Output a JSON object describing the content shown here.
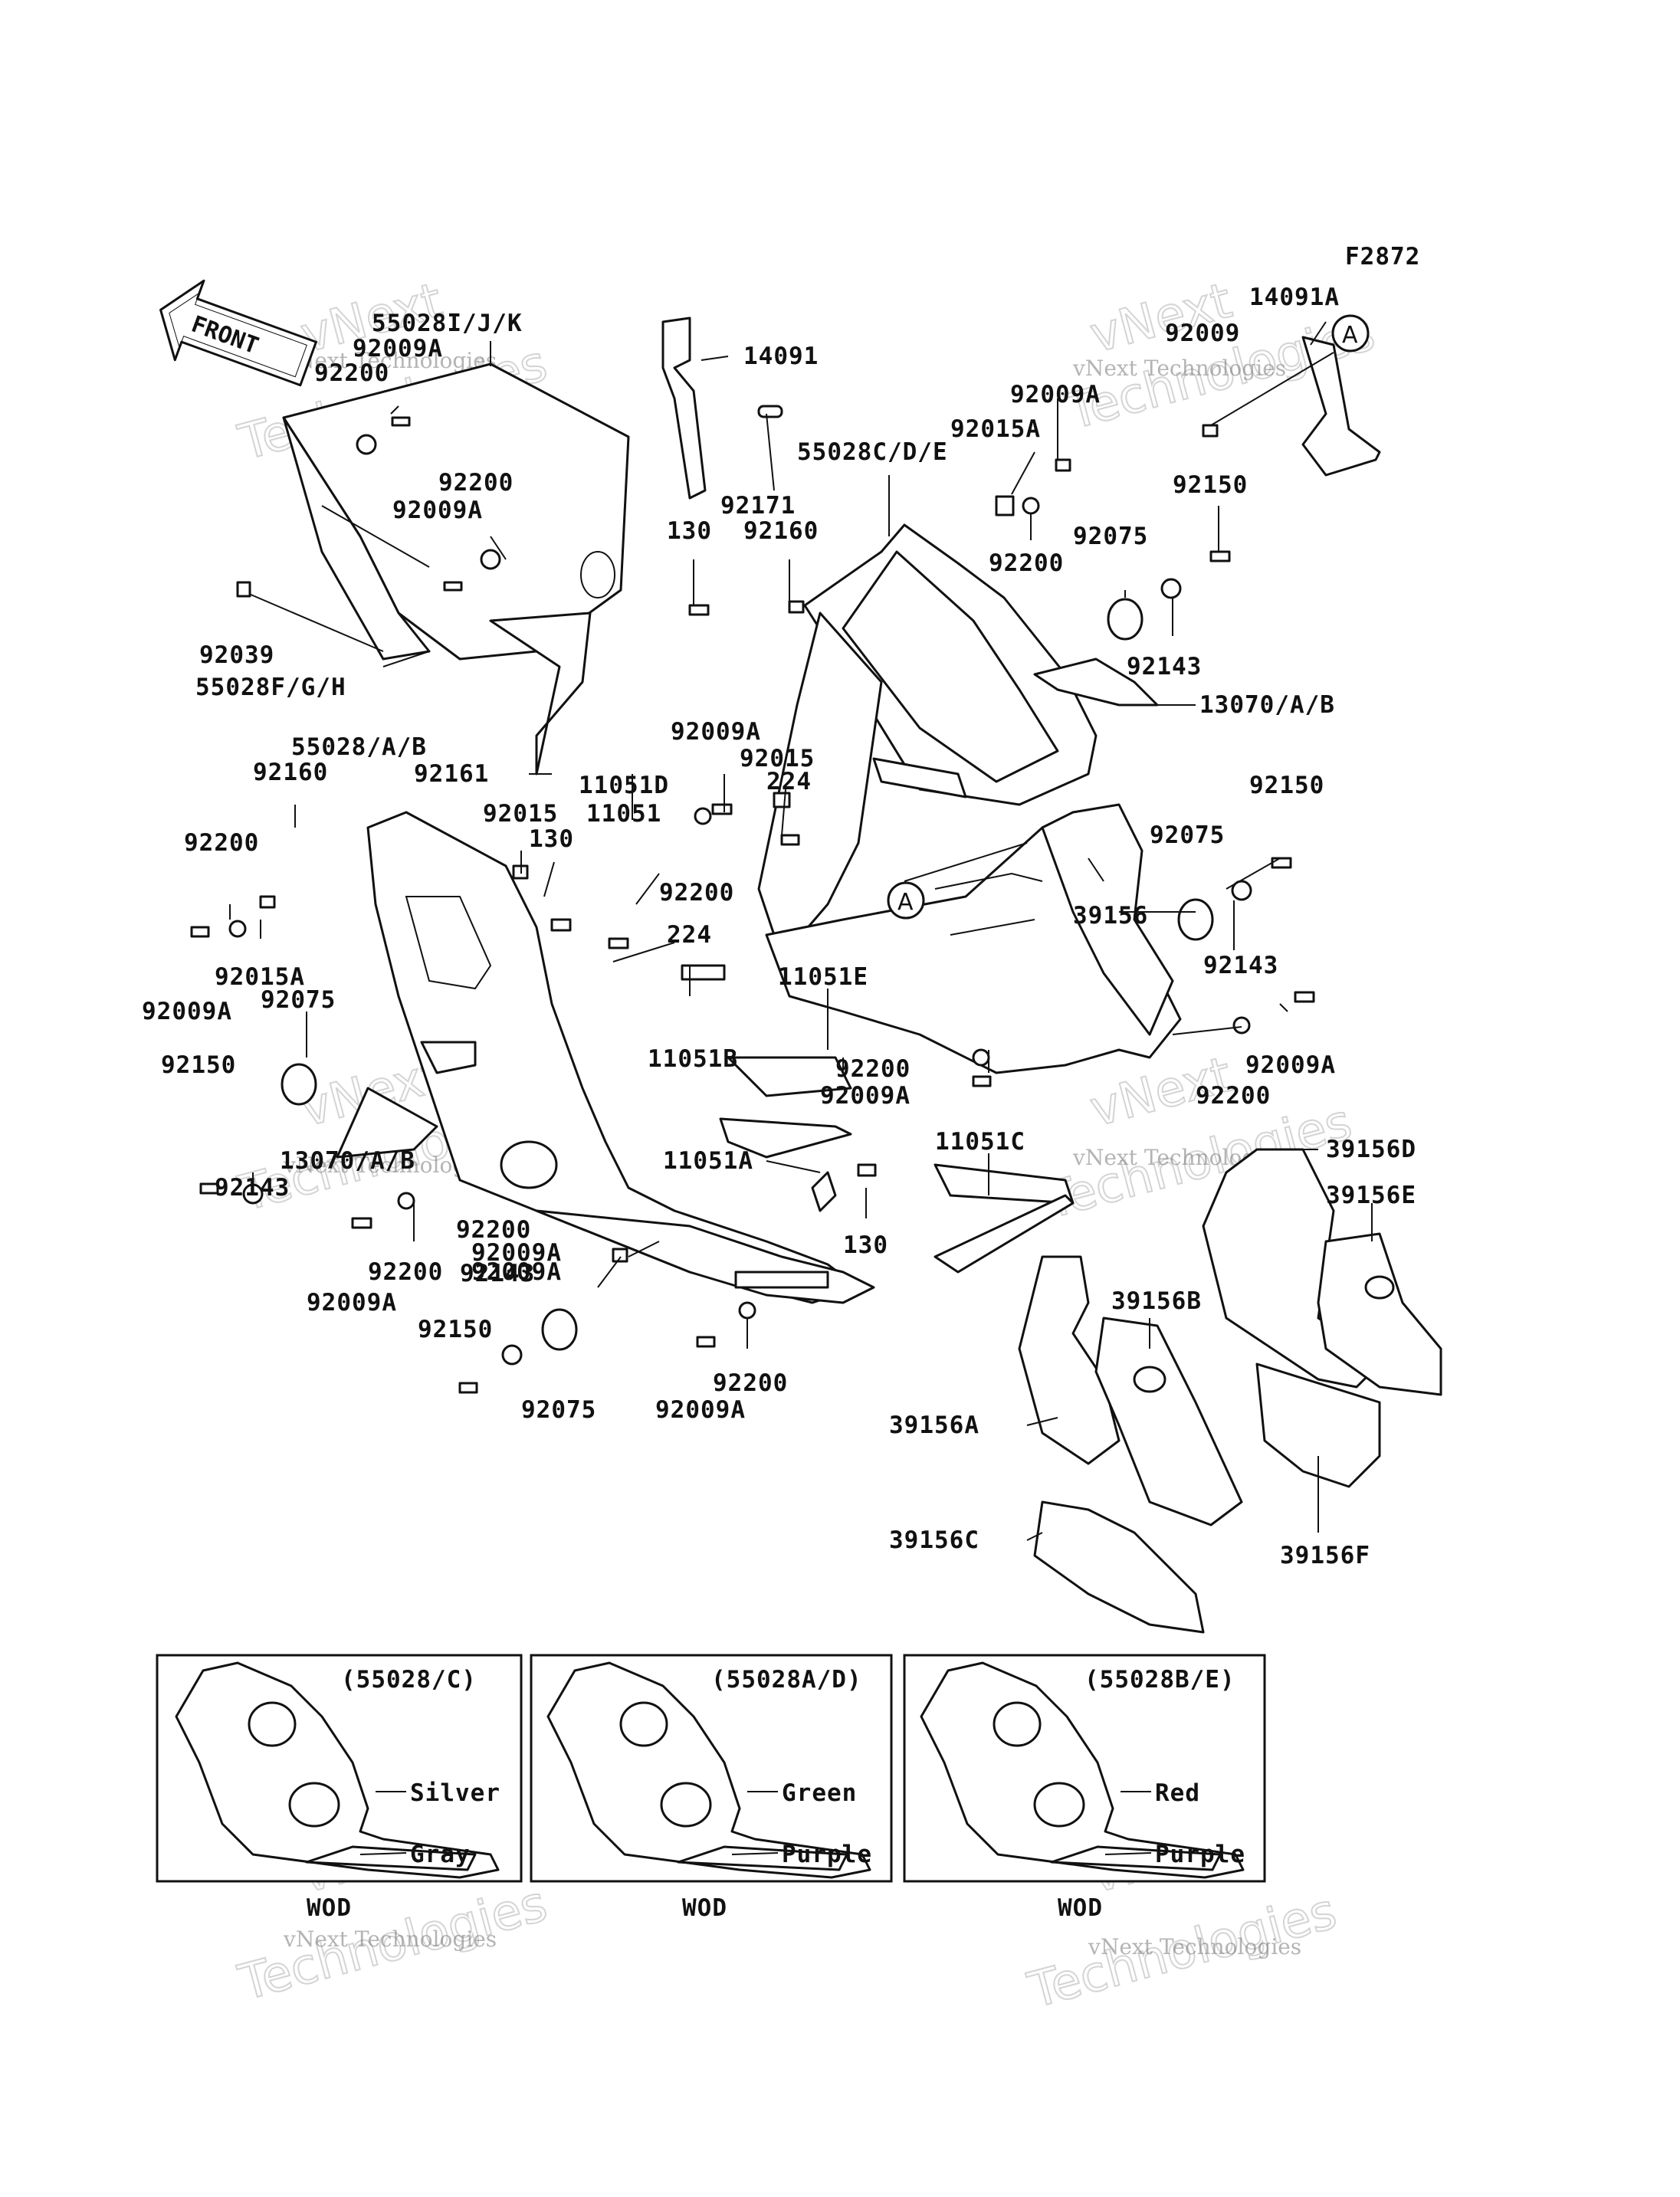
{
  "figure_id": "F2872",
  "front_label": "FRONT",
  "ref_marker": "A",
  "watermark": {
    "line1": "vNext Technologies",
    "line2": "Technologies",
    "line3": "vNext"
  },
  "callouts": [
    "55028I/J/K",
    "92009A",
    "92200",
    "92200",
    "92009A",
    "92039",
    "55028F/G/H",
    "92161",
    "14091",
    "92171",
    "130",
    "92160",
    "55028C/D/E",
    "92015A",
    "92009A",
    "92200",
    "14091A",
    "92009",
    "92150",
    "92075",
    "92143",
    "13070/A/B",
    "11051D",
    "92009A",
    "92015",
    "224",
    "55028/A/B",
    "92160",
    "92015",
    "11051",
    "130",
    "92200",
    "92200",
    "92015A",
    "92009A",
    "92075",
    "224",
    "92150",
    "92075",
    "39156",
    "92143",
    "11051E",
    "11051B",
    "92009A",
    "92200",
    "92150",
    "92143",
    "13070/A/B",
    "92200",
    "92009A",
    "11051A",
    "92009A",
    "11051C",
    "130",
    "92200",
    "92009A",
    "92200",
    "92009A",
    "92143",
    "92150",
    "92075",
    "92200",
    "92009A",
    "39156D",
    "39156E",
    "39156B",
    "39156A",
    "39156C",
    "39156F"
  ],
  "insets": [
    {
      "code": "(55028/C)",
      "upper_color": "Silver",
      "lower_color": "Gray",
      "caption": "WOD"
    },
    {
      "code": "(55028A/D)",
      "upper_color": "Green",
      "lower_color": "Purple",
      "caption": "WOD"
    },
    {
      "code": "(55028B/E)",
      "upper_color": "Red",
      "lower_color": "Purple",
      "caption": "WOD"
    }
  ]
}
